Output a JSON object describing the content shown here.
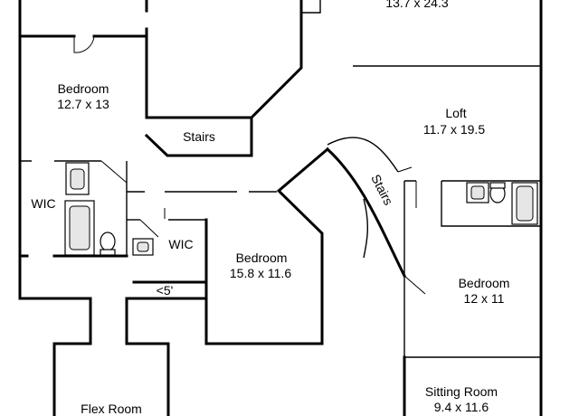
{
  "rooms": {
    "top_room": {
      "dims": "13.7 x 24.3"
    },
    "bedroom_nw": {
      "name": "Bedroom",
      "dims": "12.7 x 13"
    },
    "stairs_upper": {
      "name": "Stairs"
    },
    "loft": {
      "name": "Loft",
      "dims": "11.7 x 19.5"
    },
    "stairs_curved": {
      "name": "Stairs"
    },
    "wic_left": {
      "name": "WIC"
    },
    "wic_mid": {
      "name": "WIC"
    },
    "bedroom_mid": {
      "name": "Bedroom",
      "dims": "15.8 x 11.6"
    },
    "bedroom_e": {
      "name": "Bedroom",
      "dims": "12 x 11"
    },
    "low_ceiling": {
      "name": "<5'"
    },
    "flex_room": {
      "name": "Flex Room"
    },
    "sitting_room": {
      "name": "Sitting Room",
      "dims": "9.4 x 11.6"
    }
  }
}
